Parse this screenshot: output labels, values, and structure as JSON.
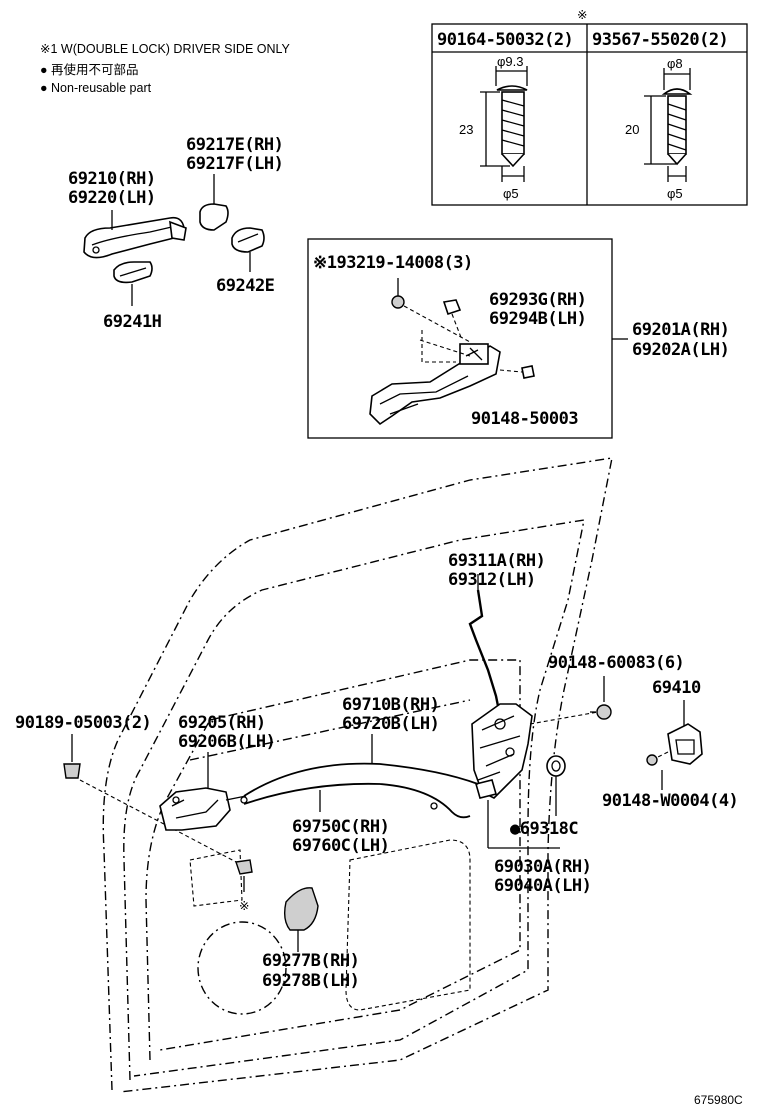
{
  "notes": {
    "line1": "※1 W(DOUBLE LOCK) DRIVER SIDE ONLY",
    "line2": "● 再使用不可部品",
    "line3": "● Non-reusable part"
  },
  "spec_table": {
    "star": "※",
    "col1_header": "90164-50032(2)",
    "col2_header": "93567-55020(2)",
    "col1": {
      "head_dia": "φ9.3",
      "length": "23",
      "shank_dia": "φ5"
    },
    "col2": {
      "head_dia": "φ8",
      "length": "20",
      "shank_dia": "φ5"
    }
  },
  "labels": {
    "p69217e": "69217E(RH)",
    "p69217f": "69217F(LH)",
    "p69210": "69210(RH)",
    "p69220": "69220(LH)",
    "p69242e": "69242E",
    "p69241h": "69241H",
    "p193219": "※193219-14008(3)",
    "p69293g": "69293G(RH)",
    "p69294b": "69294B(LH)",
    "p69201a": "69201A(RH)",
    "p69202a": "69202A(LH)",
    "p90148_50003": "90148-50003",
    "p69311a": "69311A(RH)",
    "p69312": "69312(LH)",
    "p90148_60083": "90148-60083(6)",
    "p69410": "69410",
    "p90189": "90189-05003(2)",
    "p69205": "69205(RH)",
    "p69206b": "69206B(LH)",
    "p69710b": "69710B(RH)",
    "p69720b": "69720B(LH)",
    "p90148_w0004": "90148-W0004(4)",
    "p69750c": "69750C(RH)",
    "p69760c": "69760C(LH)",
    "p69318c": "●69318C",
    "p69030a": "69030A(RH)",
    "p69040a": "69040A(LH)",
    "star_mark": "※",
    "p69277b": "69277B(RH)",
    "p69278b": "69278B(LH)"
  },
  "diagram_code": "675980C"
}
